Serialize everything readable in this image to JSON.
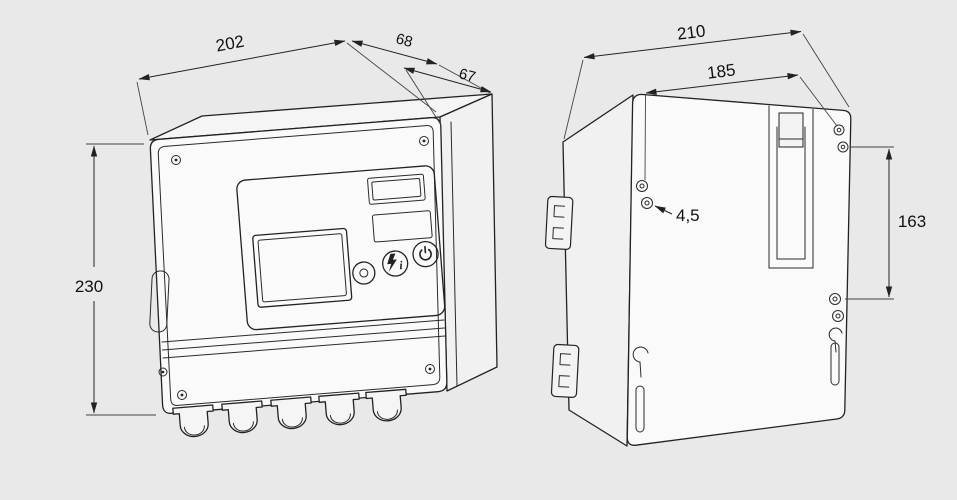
{
  "colors": {
    "background": "#e9e9e9",
    "line": "#222222",
    "face": "#fafafa"
  },
  "dims": {
    "front_width": "202",
    "depth_housing": "68",
    "depth_door": "67",
    "height": "230",
    "rear_width": "210",
    "hole_spacing": "185",
    "hole_diameter": "4,5",
    "hole_row_spacing": "163"
  },
  "icons": {
    "reset_button": "dot-icon",
    "info_button": "lightning-info-icon",
    "power_button": "power-icon"
  }
}
